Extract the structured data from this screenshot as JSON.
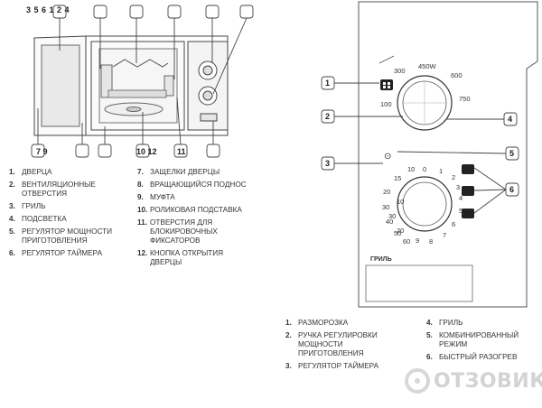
{
  "header_numbers": "3 5 6  1 2 4",
  "oven_bottom_labels": {
    "a": "7 9",
    "b": "10 12",
    "c": "11"
  },
  "panel": {
    "power_dial": {
      "label_300": "300",
      "label_450": "450W",
      "label_600": "600",
      "label_750": "750",
      "label_100": "100"
    },
    "grill_label": "ГРИЛЬ",
    "timer_numbers": [
      "0",
      "1",
      "2",
      "3",
      "4",
      "5",
      "10",
      "15",
      "20",
      "30",
      "40",
      "50",
      "60",
      "6",
      "7",
      "8",
      "9",
      "10",
      "20",
      "30"
    ],
    "callouts": [
      "1",
      "2",
      "3",
      "4",
      "5",
      "6"
    ]
  },
  "legend_a": {
    "col1": [
      {
        "num": "1.",
        "label": "ДВЕРЦА"
      },
      {
        "num": "2.",
        "label": "ВЕНТИЛЯЦИОННЫЕ\nОТВЕРСТИЯ"
      },
      {
        "num": "3.",
        "label": "ГРИЛЬ"
      },
      {
        "num": "4.",
        "label": "ПОДСВЕТКА"
      },
      {
        "num": "5.",
        "label": "РЕГУЛЯТОР МОЩНОСТИ\nПРИГОТОВЛЕНИЯ"
      },
      {
        "num": "6.",
        "label": "РЕГУЛЯТОР ТАЙМЕРА"
      }
    ],
    "col2": [
      {
        "num": "7.",
        "label": "ЗАЩЕЛКИ ДВЕРЦЫ"
      },
      {
        "num": "8.",
        "label": "ВРАЩАЮЩИЙСЯ ПОДНОС"
      },
      {
        "num": "9.",
        "label": "МУФТА"
      },
      {
        "num": "10.",
        "label": "РОЛИКОВАЯ ПОДСТАВКА"
      },
      {
        "num": "11.",
        "label": "ОТВЕРСТИЯ ДЛЯ\nБЛОКИРОВОЧНЫХ\nФИКСАТОРОВ"
      },
      {
        "num": "12.",
        "label": "КНОПКА ОТКРЫТИЯ\nДВЕРЦЫ"
      }
    ]
  },
  "legend_b": {
    "col1": [
      {
        "num": "1.",
        "label": "РАЗМОРОЗКА"
      },
      {
        "num": "2.",
        "label": "РУЧКА РЕГУЛИРОВКИ\nМОЩНОСТИ\nПРИГОТОВЛЕНИЯ"
      },
      {
        "num": "3.",
        "label": "РЕГУЛЯТОР ТАЙМЕРА"
      }
    ],
    "col2": [
      {
        "num": "4.",
        "label": "ГРИЛЬ"
      },
      {
        "num": "5.",
        "label": "КОМБИНИРОВАННЫЙ\nРЕЖИМ"
      },
      {
        "num": "6.",
        "label": "БЫСТРЫЙ РАЗОГРЕВ"
      }
    ]
  },
  "watermark": "ОТЗОВИК"
}
